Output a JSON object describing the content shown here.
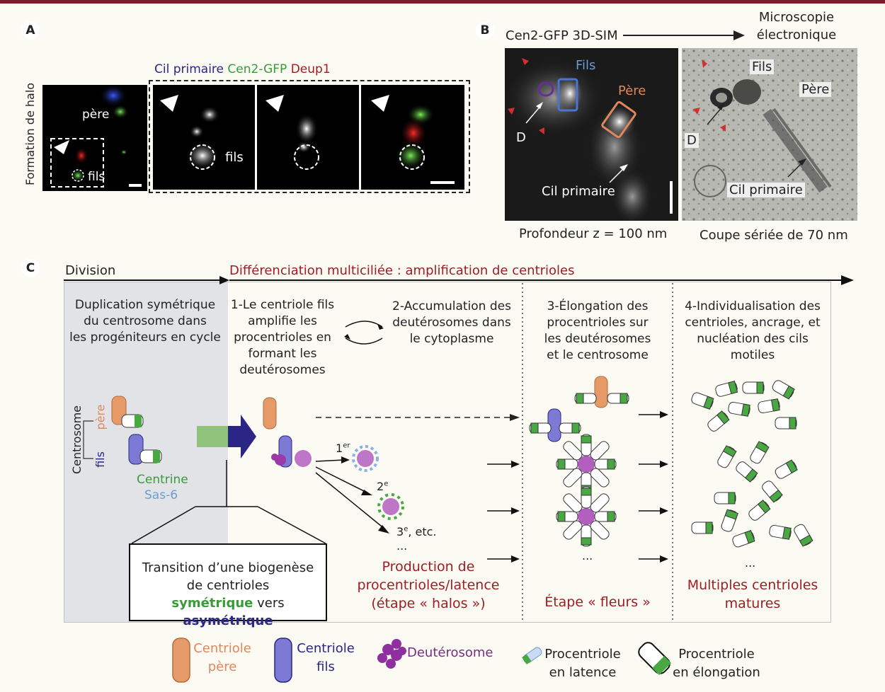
{
  "colors": {
    "accent_red": "#a01c24",
    "green": "#3a9a37",
    "dark_blue": "#2b2585",
    "light_blue": "#6e9bd4",
    "orange": "#e0875c",
    "purple": "#7a2b86",
    "gray_panel": "#e2e3e6"
  },
  "panel_a": {
    "letter": "A",
    "side_label": "Formation de halo",
    "legend": {
      "cil": "Cil primaire",
      "cen2": "Cen2-GFP",
      "deup": "Deup1"
    },
    "pere": "père",
    "fils": "fils",
    "fils_zoom": "fils"
  },
  "panel_b": {
    "letter": "B",
    "method_left": "Cen2-GFP 3D-SIM",
    "method_right_1": "Microscopie",
    "method_right_2": "électronique",
    "fils": "Fils",
    "pere": "Père",
    "d": "D",
    "cil": "Cil primaire",
    "fils_em": "Fils",
    "pere_em": "Père",
    "d_em": "D",
    "cil_em": "Cil primaire",
    "caption_left": "Profondeur z = 100 nm",
    "caption_right": "Coupe sériée de 70 nm"
  },
  "panel_c": {
    "letter": "C",
    "division": "Division",
    "differenciation": "Différenciation multiciliée : amplification de centrioles",
    "duplication": [
      "Duplication symétrique",
      "du centrosome dans",
      "les progéniteurs en cycle"
    ],
    "step1": [
      "1-Le centriole fils",
      "amplifie les",
      "procentrioles en",
      "formant les",
      "deutérosomes"
    ],
    "step2": [
      "2-Accumulation des",
      "deutérosomes dans",
      "le cytoplasme"
    ],
    "step3": [
      "3-Élongation des",
      "procentrioles sur",
      "les deutérosomes",
      "et le centrosome"
    ],
    "step4": [
      "4-Individualisation des",
      "centrioles, ancrage, et",
      "nucléation des cils",
      "motiles"
    ],
    "centrosome": "Centrosome",
    "pere": "père",
    "fils": "fils",
    "centrine": "Centrine",
    "sas6": "Sas-6",
    "gen1": "1",
    "gen1_sup": "er",
    "gen2": "2",
    "gen2_sup": "e",
    "gen3": "3",
    "gen3_sup": "e",
    "gen3_rest": ", etc.",
    "ellipsis": "...",
    "production": [
      "Production de",
      "procentrioles/latence",
      "(étape « halos »)"
    ],
    "fleurs": "Étape « fleurs »",
    "matures": [
      "Multiples centrioles",
      "matures"
    ],
    "transition_1": "Transition d’une biogenèse",
    "transition_2": "de centrioles",
    "transition_sym": "symétrique",
    "transition_vers": " vers ",
    "transition_asym": "asymétrique"
  },
  "legend": {
    "pere": [
      "Centriole",
      "père"
    ],
    "fils": [
      "Centriole",
      "fils"
    ],
    "deut": "Deutérosome",
    "latence": [
      "Procentriole",
      "en latence"
    ],
    "elong": [
      "Procentriole",
      "en élongation"
    ]
  }
}
